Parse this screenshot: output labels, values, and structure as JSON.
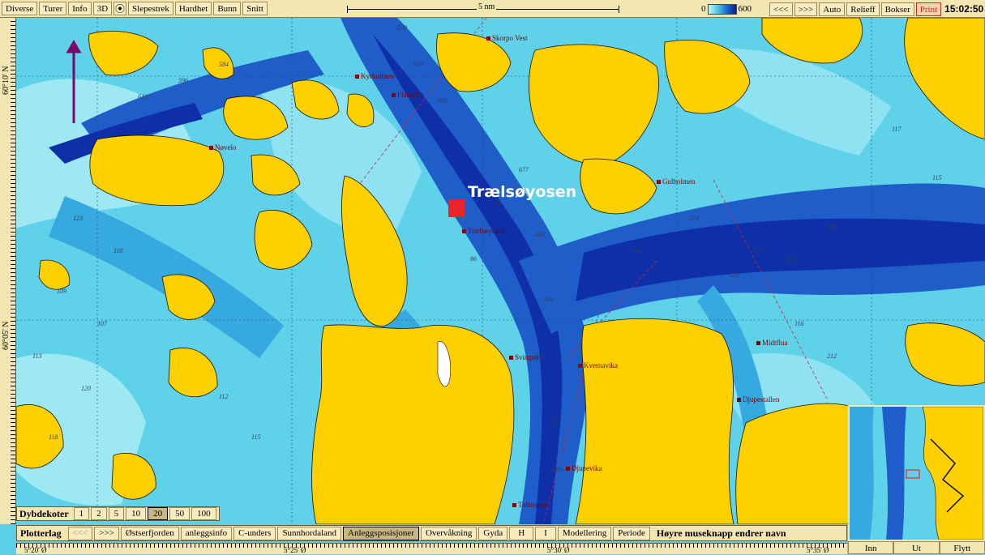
{
  "toolbar": {
    "buttons": [
      "Diverse",
      "Turer",
      "Info",
      "3D",
      "Slepestrek",
      "Hardhet",
      "Bunn",
      "Snitt"
    ],
    "scale_label": "5 nm",
    "depth_min": "0",
    "depth_max": "600",
    "nav_buttons": [
      "<<<",
      ">>>",
      "Auto",
      "Relieff",
      "Bokser"
    ],
    "print_label": "Print",
    "clock": "15:02:50"
  },
  "axes": {
    "lat_top": "60°10' N",
    "lat_mid": "60°05' N",
    "lon_labels": [
      "5°20' Ø",
      "5°25' Ø",
      "5°30' Ø",
      "5°35' Ø"
    ]
  },
  "map": {
    "highlight_label": "Trælsøyosen",
    "place_names": [
      "Skorpo Vest",
      "Kyrholmen",
      "Flatøyfla",
      "Nøvelo",
      "Trælsøyosen",
      "Gulholmen",
      "Svingen",
      "Kvernavika",
      "Midtflua",
      "Djupestallen",
      "Djupevika",
      "Tofteneset"
    ]
  },
  "depth_contours": {
    "title": "Dybdekoter",
    "options": [
      "1",
      "2",
      "5",
      "10",
      "20",
      "50",
      "100"
    ],
    "selected": "20"
  },
  "plotter_layer": {
    "title": "Plotterlag",
    "buttons": [
      "<<<",
      ">>>",
      "Østserfjorden",
      "anleggsinfo",
      "C-unders",
      "Sunnhordaland",
      "Anleggsposisjoner",
      "Overvåkning",
      "Gyda",
      "H",
      "I",
      "Modellering",
      "Periode"
    ],
    "selected": "Anleggsposisjoner",
    "hint": "Høyre museknapp endrer navn"
  },
  "inset_buttons": [
    "Inn",
    "Ut",
    "Flytt"
  ]
}
